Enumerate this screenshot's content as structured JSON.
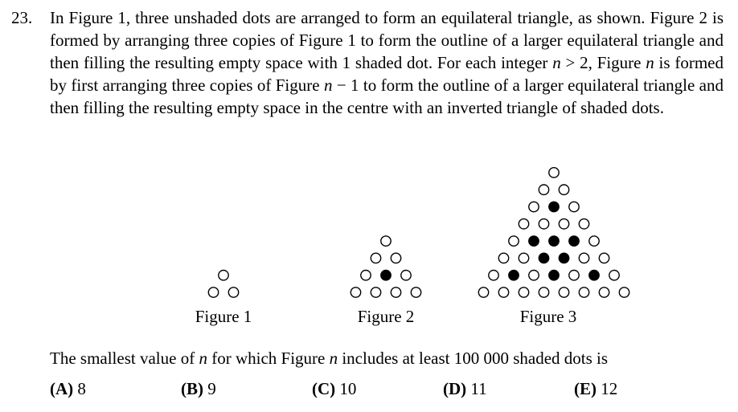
{
  "problem": {
    "number": "23.",
    "text_segments": [
      "In Figure 1, three unshaded dots are arranged to form an equilateral triangle, as shown. Figure 2 is formed by arranging three copies of Figure 1 to form the outline of a larger equilateral triangle and then filling the resulting empty space with 1 shaded dot. For each integer ",
      "n",
      " > 2, Figure ",
      "n",
      " is formed by first arranging three copies of Figure ",
      "n",
      " − 1 to form the outline of a larger equilateral triangle and then filling the resulting empty space in the centre with an inverted triangle of shaded dots."
    ]
  },
  "figures": [
    {
      "caption": "Figure 1",
      "rows": [
        "ww"
      ]
    },
    {
      "caption": "Figure 2",
      "rows": [
        "w",
        "ww",
        "wbw",
        "wwww"
      ]
    },
    {
      "caption": "Figure 3",
      "rows": [
        "w",
        "ww",
        "wbw",
        "wwww",
        "wbbbw",
        "wwbbww",
        "wbwbwbw",
        "wwwwwwww"
      ]
    }
  ],
  "question": {
    "segments": [
      "The smallest value of ",
      "n",
      " for which Figure ",
      "n",
      " includes at least 100 000 shaded dots is"
    ]
  },
  "choices": [
    {
      "letter": "(A)",
      "value": "8"
    },
    {
      "letter": "(B)",
      "value": "9"
    },
    {
      "letter": "(C)",
      "value": "10"
    },
    {
      "letter": "(D)",
      "value": "11"
    },
    {
      "letter": "(E)",
      "value": "12"
    }
  ],
  "colors": {
    "dot_stroke": "#000000",
    "shaded_fill": "#000000",
    "unshaded_fill": "#ffffff"
  }
}
